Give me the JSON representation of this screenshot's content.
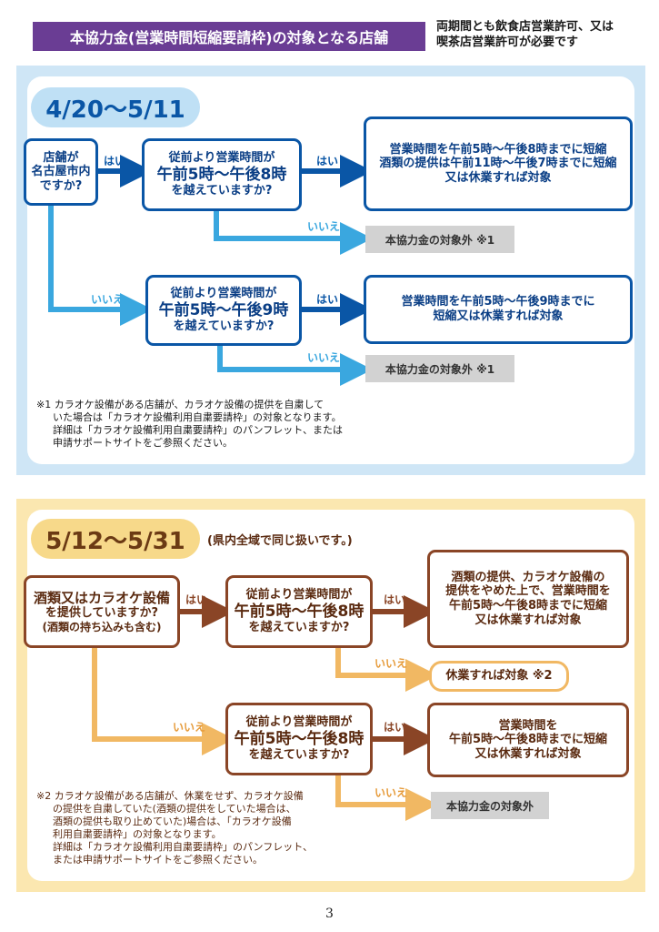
{
  "header": {
    "title": "本協力金(営業時間短縮要請枠)の対象となる店舗",
    "requirement_line1": "両期間とも飲食店営業許可、又は",
    "requirement_line2": "喫茶店営業許可が必要です"
  },
  "period1": {
    "label": "4/20〜5/11",
    "q_location": [
      "店舗が",
      "名古屋市内",
      "ですか?"
    ],
    "q_hours8": {
      "l1": "従前より営業時間が",
      "l2": "午前5時〜午後8時",
      "l3": "を越えていますか?"
    },
    "q_hours9": {
      "l1": "従前より営業時間が",
      "l2": "午前5時〜午後9時",
      "l3": "を越えていますか?"
    },
    "result1": {
      "l1": "営業時間を午前5時〜午後8時までに短縮",
      "l2": "酒類の提供は午前11時〜午後7時までに短縮",
      "l3": "又は休業すれば対象"
    },
    "result2": {
      "l1": "営業時間を午前5時〜午後9時までに",
      "l2": "短縮又は休業すれば対象"
    },
    "outside1": "本協力金の対象外 ※1",
    "outside2": "本協力金の対象外 ※1",
    "yes": "はい",
    "no": "いいえ",
    "note": [
      "※1 カラオケ設備がある店舗が、カラオケ設備の提供を自粛して",
      "いた場合は「カラオケ設備利用自粛要請枠」の対象となります。",
      "詳細は「カラオケ設備利用自粛要請枠」のパンフレット、または",
      "申請サポートサイトをご参照ください。"
    ]
  },
  "period2": {
    "label": "5/12〜5/31",
    "scope": "(県内全域で同じ扱いです。)",
    "q_alcohol": {
      "l1": "酒類又はカラオケ設備",
      "l2": "を提供していますか?",
      "l3": "(酒類の持ち込みも含む)"
    },
    "q_hours8a": {
      "l1": "従前より営業時間が",
      "l2": "午前5時〜午後8時",
      "l3": "を越えていますか?"
    },
    "q_hours8b": {
      "l1": "従前より営業時間が",
      "l2": "午前5時〜午後8時",
      "l3": "を越えていますか?"
    },
    "result1": {
      "l1": "酒類の提供、カラオケ設備の",
      "l2": "提供をやめた上で、営業時間を",
      "l3": "午前5時〜午後8時までに短縮",
      "l4": "又は休業すれば対象"
    },
    "closure": "休業すれば対象 ※2",
    "result2": {
      "l1": "営業時間を",
      "l2": "午前5時〜午後8時までに短縮",
      "l3": "又は休業すれば対象"
    },
    "outside": "本協力金の対象外",
    "yes": "はい",
    "no": "いいえ",
    "note": [
      "※2 カラオケ設備がある店舗が、休業をせず、カラオケ設備",
      "の提供を自粛していた(酒類の提供をしていた場合は、",
      "酒類の提供も取り止めていた)場合は、「カラオケ設備",
      "利用自粛要請枠」の対象となります。",
      "詳細は「カラオケ設備利用自粛要請枠」のパンフレット、",
      "または申請サポートサイトをご参照ください。"
    ]
  },
  "page_number": "3",
  "colors": {
    "purple": "#6a3d94",
    "blue": "#0a56a6",
    "cyan": "#3aa7df",
    "brown": "#8a4526",
    "orange": "#f1b863"
  }
}
